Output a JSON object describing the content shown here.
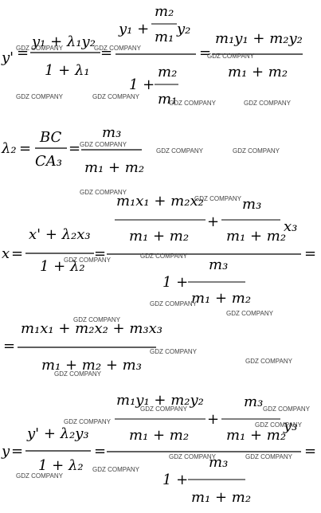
{
  "watermark": "GDZ COMPANY",
  "formulas": {
    "eq1": {
      "lhs": "y'",
      "num1": "y₁ + λ₁y₂",
      "den1": "1 + λ₁",
      "num2_top_a": "y₁ +",
      "num2_frac_num": "m₂",
      "num2_frac_den": "m₁",
      "num2_top_b": "y₂",
      "den2_a": "1 +",
      "den2_frac_num": "m₂",
      "den2_frac_den": "m₁",
      "num3": "m₁y₁ + m₂y₂",
      "den3": "m₁ + m₂"
    },
    "eq2": {
      "lhs": "λ₂",
      "num1": "BC",
      "den1": "CA₃",
      "num2": "m₃",
      "den2": "m₁ + m₂"
    },
    "eq3": {
      "lhs": "x",
      "num1": "x' + λ₂x₃",
      "den1": "1 + λ₂",
      "inner_num1": "m₁x₁ + m₂x₂",
      "inner_den1": "m₁ + m₂",
      "plus": "+",
      "inner_num2": "m₃",
      "inner_den2": "m₁ + m₂",
      "inner_tail": "x₃",
      "den_a": "1 +",
      "den_frac_num": "m₃",
      "den_frac_den": "m₁ + m₂"
    },
    "eq4": {
      "num": "m₁x₁ + m₂x₂ + m₃x₃",
      "den": "m₁ + m₂ + m₃"
    },
    "eq5": {
      "lhs": "y",
      "num1": "y' + λ₂y₃",
      "den1": "1 + λ₂",
      "inner_num1": "m₁y₁ + m₂y₂",
      "inner_den1": "m₁ + m₂",
      "plus": "+",
      "inner_num2": "m₃",
      "inner_den2": "m₁ + m₂",
      "inner_tail": "y₃",
      "den_a": "1 +",
      "den_frac_num": "m₃",
      "den_frac_den": "m₁ + m₂"
    }
  }
}
